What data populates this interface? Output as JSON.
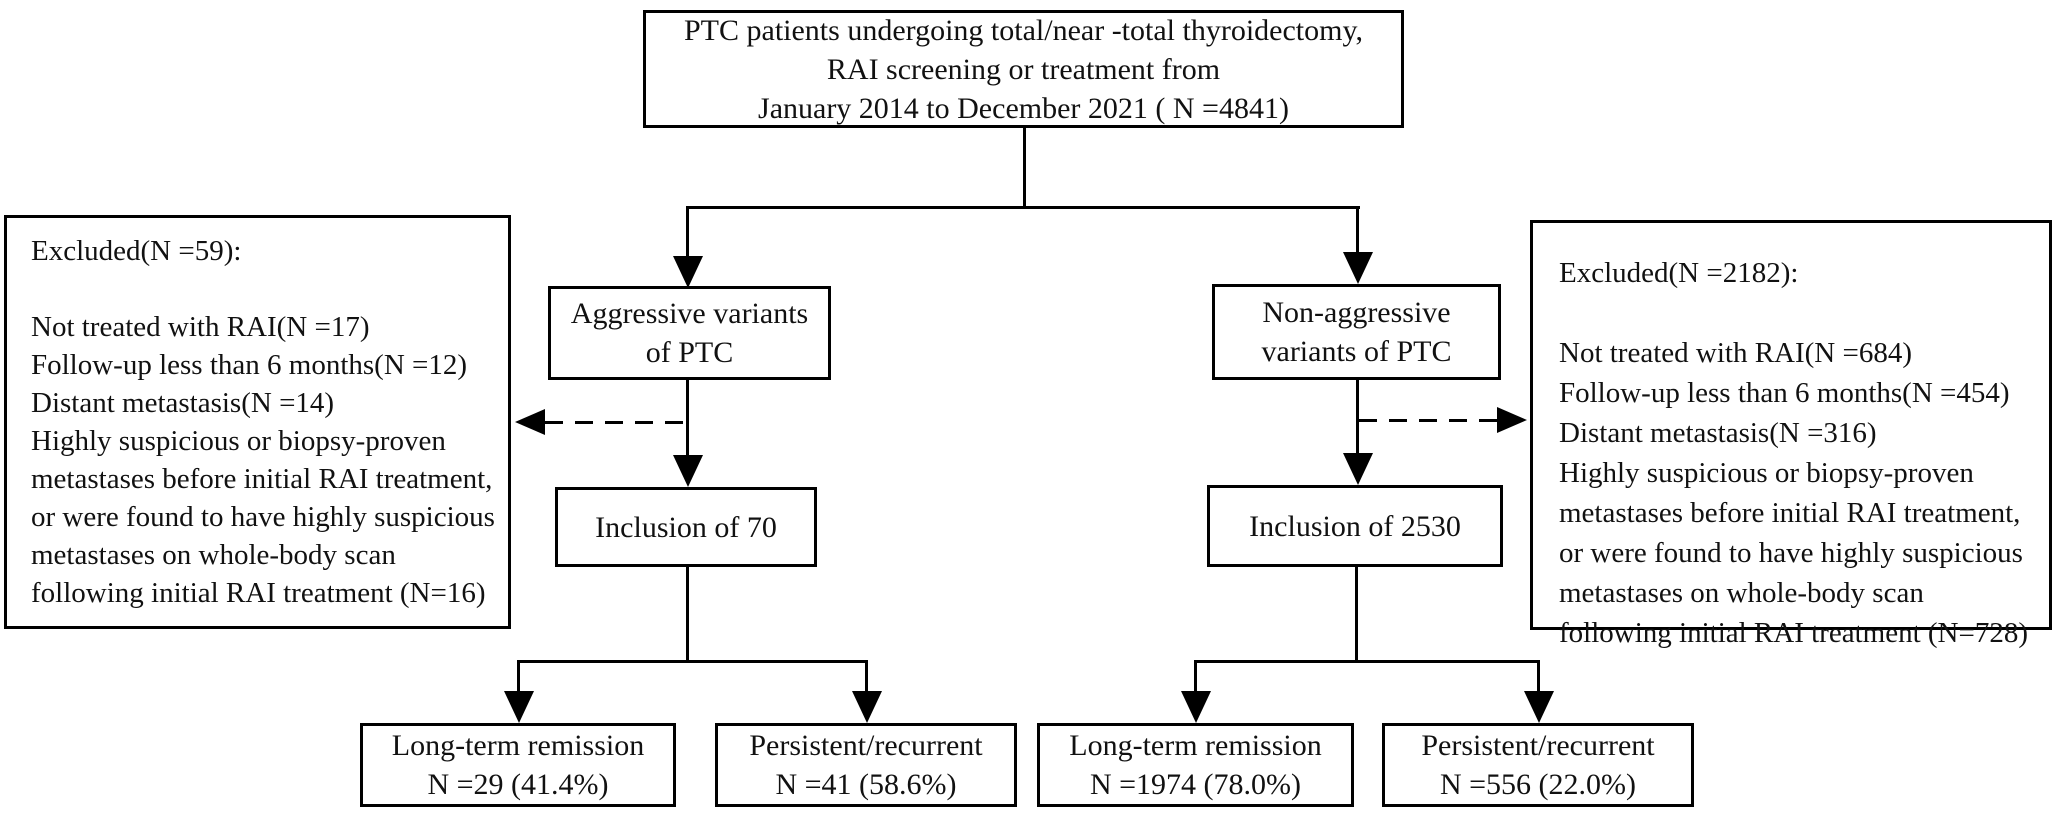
{
  "figure": {
    "background": "#ffffff",
    "line_color": "#000000",
    "text_color": "#111111"
  },
  "top_box": {
    "line1": "PTC patients undergoing total/near -total thyroidectomy,",
    "line2": "RAI screening or treatment from",
    "line3": "January 2014 to December 2021 ( N =4841)"
  },
  "excluded_left": {
    "heading": "Excluded(N =59):",
    "items": [
      "Not treated with RAI(N =17)",
      "Follow-up less than 6 months(N =12)",
      "Distant metastasis(N =14)",
      "Highly suspicious or biopsy-proven metastases before initial RAI treatment, or were found to have highly suspicious metastases on whole-body scan following initial RAI treatment (N=16)"
    ]
  },
  "excluded_right": {
    "heading": "Excluded(N =2182):",
    "items": [
      "Not treated with RAI(N =684)",
      "Follow-up less than 6 months(N =454)",
      "Distant metastasis(N =316)",
      "Highly suspicious or biopsy-proven metastases before initial RAI treatment, or were found to have highly suspicious metastases on whole-body scan following initial RAI treatment (N=728)"
    ]
  },
  "branch_aggressive": {
    "variant_line1": "Aggressive variants",
    "variant_line2": "of PTC",
    "inclusion": "Inclusion of 70",
    "remission_line1": "Long-term remission",
    "remission_line2": "N =29 (41.4%)",
    "persistent_line1": "Persistent/recurrent",
    "persistent_line2": "N =41 (58.6%)"
  },
  "branch_nonaggressive": {
    "variant_line1": "Non-aggressive",
    "variant_line2": "variants of PTC",
    "inclusion": "Inclusion of 2530",
    "remission_line1": "Long-term remission",
    "remission_line2": "N =1974 (78.0%)",
    "persistent_line1": "Persistent/recurrent",
    "persistent_line2": "N =556 (22.0%)"
  }
}
